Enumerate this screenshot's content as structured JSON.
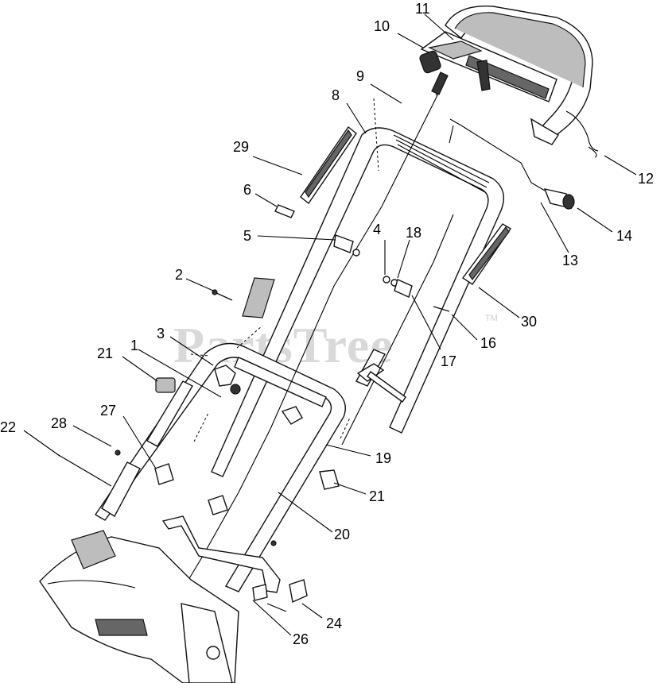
{
  "watermark": {
    "text": "PartsTree",
    "trademark": "TM"
  },
  "callouts": [
    {
      "id": "c1",
      "text": "1"
    },
    {
      "id": "c2",
      "text": "2"
    },
    {
      "id": "c3",
      "text": "3"
    },
    {
      "id": "c4",
      "text": "4"
    },
    {
      "id": "c5",
      "text": "5"
    },
    {
      "id": "c6",
      "text": "6"
    },
    {
      "id": "c8",
      "text": "8"
    },
    {
      "id": "c9",
      "text": "9"
    },
    {
      "id": "c10",
      "text": "10"
    },
    {
      "id": "c11",
      "text": "11"
    },
    {
      "id": "c12",
      "text": "12"
    },
    {
      "id": "c13",
      "text": "13"
    },
    {
      "id": "c14",
      "text": "14"
    },
    {
      "id": "c16",
      "text": "16"
    },
    {
      "id": "c17",
      "text": "17"
    },
    {
      "id": "c18",
      "text": "18"
    },
    {
      "id": "c19",
      "text": "19"
    },
    {
      "id": "c20",
      "text": "20"
    },
    {
      "id": "c21a",
      "text": "21"
    },
    {
      "id": "c21b",
      "text": "21"
    },
    {
      "id": "c22",
      "text": "22"
    },
    {
      "id": "c24",
      "text": "24"
    },
    {
      "id": "c26",
      "text": "26"
    },
    {
      "id": "c27",
      "text": "27"
    },
    {
      "id": "c28",
      "text": "28"
    },
    {
      "id": "c29",
      "text": "29"
    },
    {
      "id": "c30",
      "text": "30"
    }
  ]
}
